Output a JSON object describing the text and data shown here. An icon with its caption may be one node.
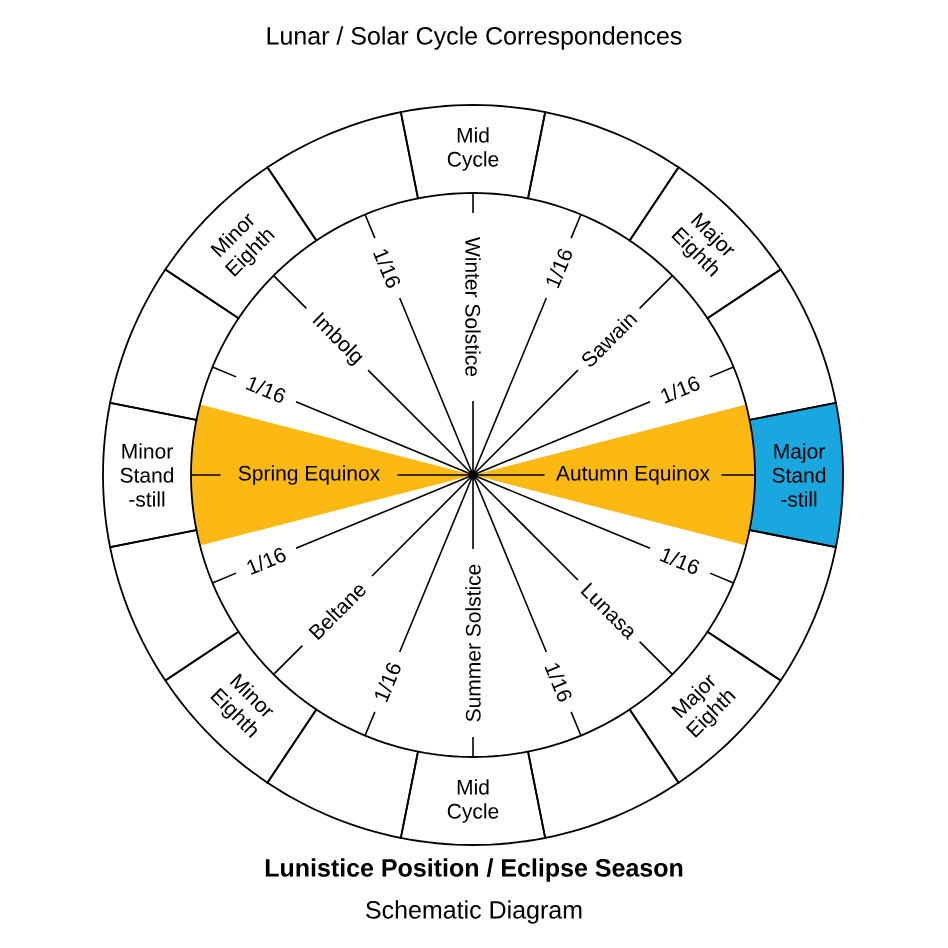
{
  "diagram": {
    "title": "Lunar / Solar Cycle Correspondences",
    "caption": "Lunistice Position / Eclipse Season",
    "nodes": [
      {
        "text": [
          "Mid Cycle"
        ]
      },
      {
        "text": [],
        "shape": "box"
      },
      {
        "text": [
          "Major Eighth"
        ]
      },
      {
        "text": [],
        "shape": "box"
      },
      {
        "text": [
          "Major Stand -still"
        ]
      },
      {
        "text": [],
        "shape": "box"
      },
      {
        "text": [
          "Major Eighth"
        ]
      },
      {
        "text": [],
        "shape": "box"
      },
      {
        "text": [
          "Mid Cycle"
        ]
      },
      {
        "text": [],
        "shape": "box"
      },
      {
        "text": [
          "Minor Eighth"
        ]
      },
      {
        "text": [],
        "shape": "box"
      },
      {
        "text": [
          "Minor Stand -still"
        ]
      },
      {
        "text": [],
        "shape": "box"
      },
      {
        "text": [
          "Minor Eighth"
        ]
      },
      {
        "text": [],
        "shape": "box"
      },
      {
        "text": [
          "Spring Equinox"
        ]
      },
      {
        "text": [
          "Autumn Equinox"
        ]
      }
    ],
    "labels": [
      "1/16",
      "Winter Solstice",
      "1/16",
      "Imbolg",
      "Sawain",
      "1/16",
      "1/16",
      "1/16",
      "1/16",
      "Beltane",
      "Lunasa",
      "1/16",
      "Summer Solstice",
      "1/16",
      "Schematic Diagram"
    ]
  }
}
